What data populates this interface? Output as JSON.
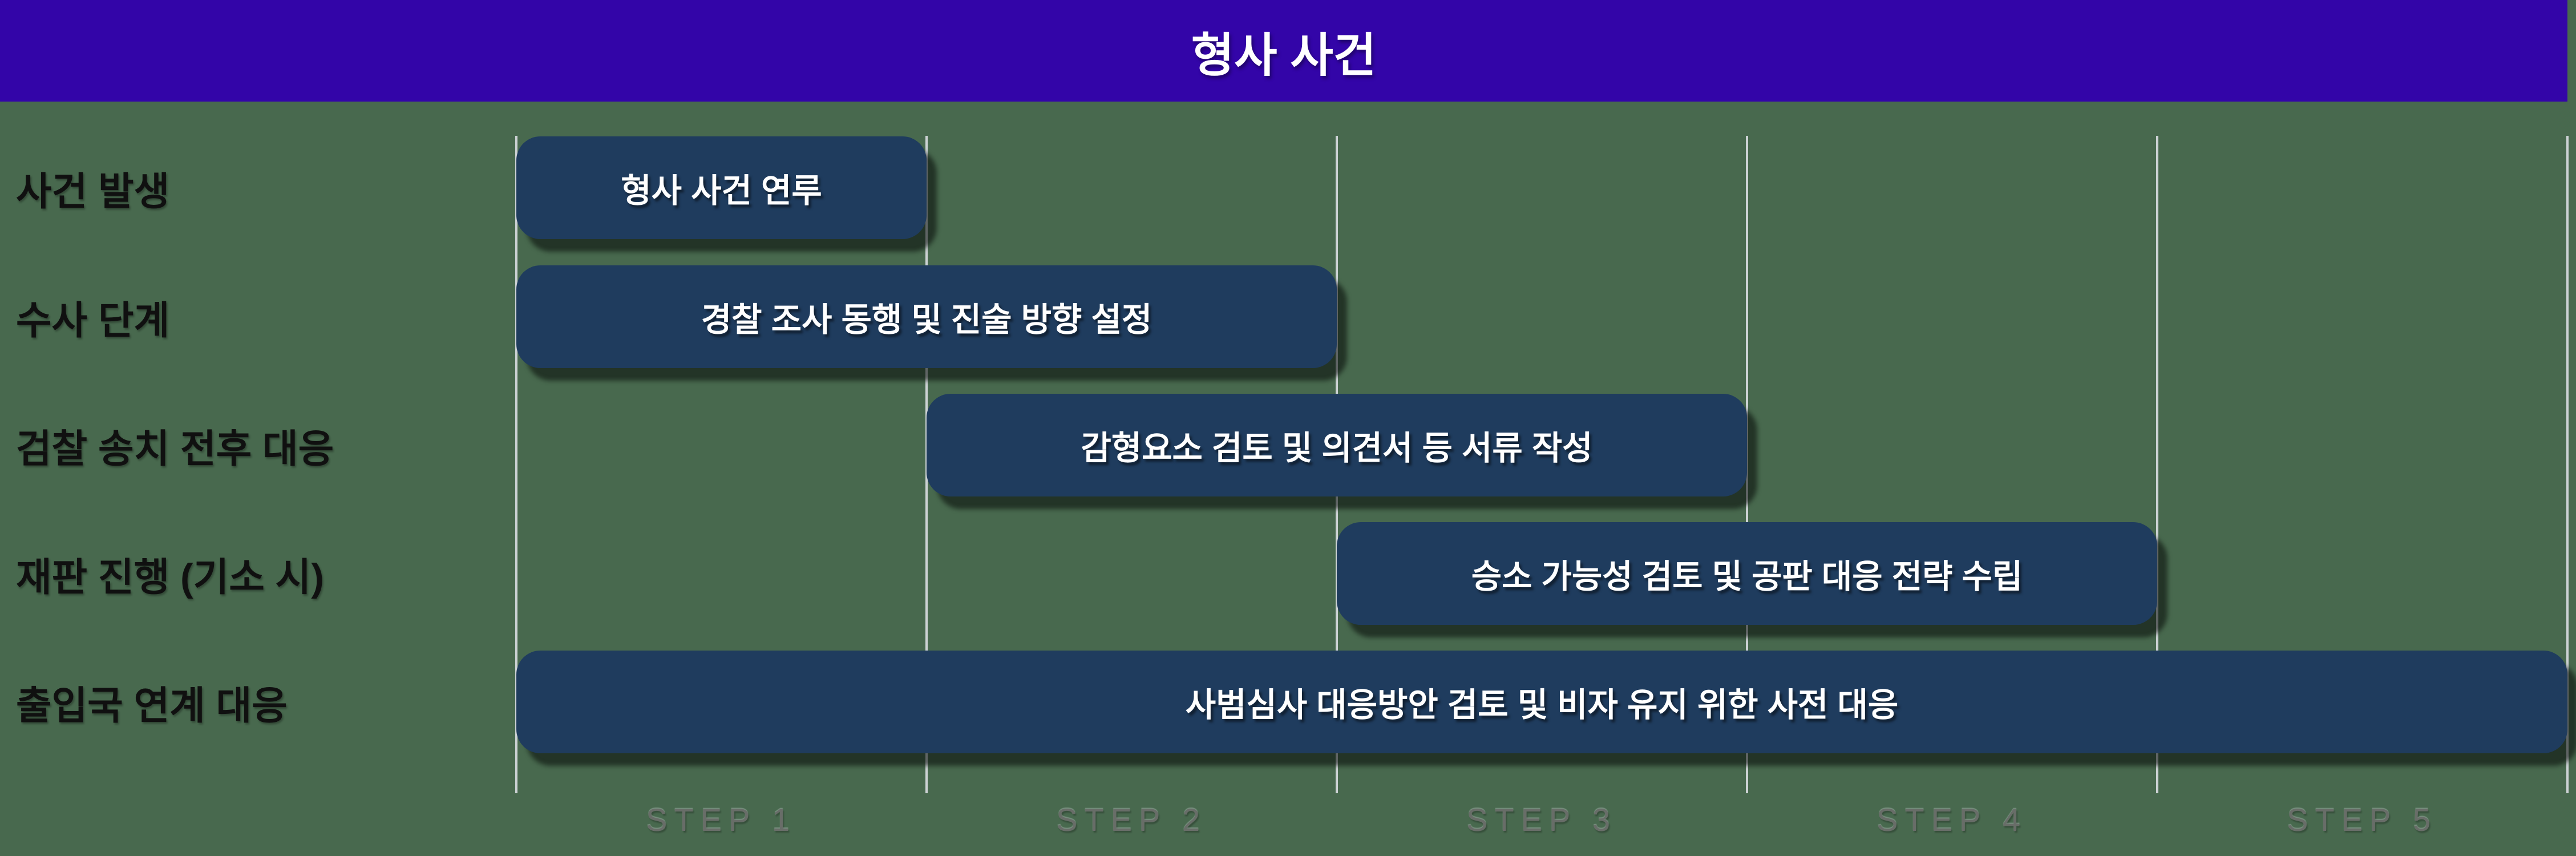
{
  "header": {
    "title": "형사 사건"
  },
  "colors": {
    "header_bg": "#3305A8",
    "page_bg": "#48694E",
    "bar_fill": "#1F3C5E",
    "bar_text": "#FFFFFF",
    "gridline": "#CCD2D4",
    "row_label_text": "#101010",
    "step_label_text": "#686D68"
  },
  "chart_data": {
    "type": "bar",
    "variant": "gantt-timeline",
    "title": "형사 사건",
    "orientation": "horizontal",
    "steps": [
      "STEP 1",
      "STEP 2",
      "STEP 3",
      "STEP 4",
      "STEP 5"
    ],
    "grid": "vertical-step-lines",
    "legend": false,
    "rows": [
      {
        "category": "사건 발생",
        "task": "형사 사건 연루",
        "start_step": 1,
        "end_step": 1
      },
      {
        "category": "수사 단계",
        "task": "경찰 조사 동행 및 진술 방향 설정",
        "start_step": 1,
        "end_step": 2
      },
      {
        "category": "검찰 송치 전후 대응",
        "task": "감형요소 검토 및 의견서 등 서류 작성",
        "start_step": 2,
        "end_step": 3
      },
      {
        "category": "재판 진행 (기소 시)",
        "task": "승소 가능성 검토 및 공판 대응 전략 수립",
        "start_step": 3,
        "end_step": 4
      },
      {
        "category": "출입국 연계 대응",
        "task": "사범심사 대응방안 검토 및 비자 유지 위한 사전 대응",
        "start_step": 1,
        "end_step": 5
      }
    ]
  }
}
